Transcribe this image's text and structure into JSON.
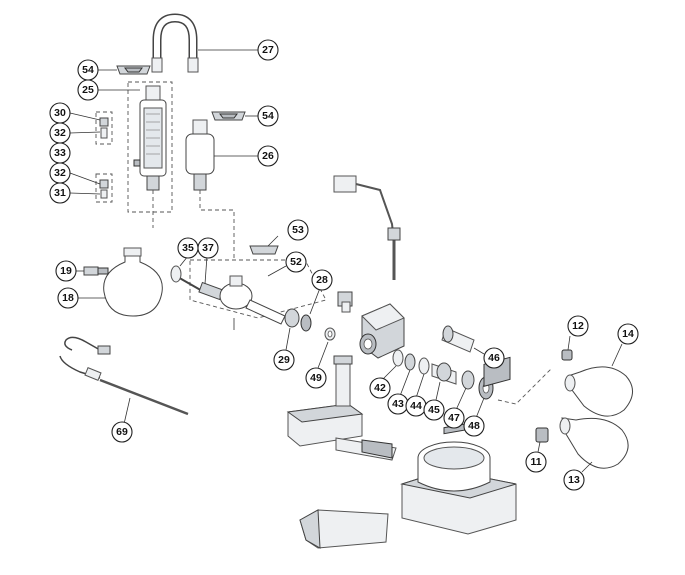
{
  "diagram": {
    "type": "exploded-parts-diagram",
    "colors": {
      "line": "#333333",
      "part_fill": "#d2d6da",
      "callout_border": "#222222"
    },
    "callouts": [
      "27",
      "54",
      "25",
      "54",
      "30",
      "32",
      "33",
      "26",
      "32",
      "31",
      "53",
      "35",
      "37",
      "52",
      "19",
      "18",
      "28",
      "29",
      "49",
      "12",
      "14",
      "46",
      "42",
      "43",
      "44",
      "45",
      "47",
      "48",
      "69",
      "11",
      "13"
    ]
  }
}
